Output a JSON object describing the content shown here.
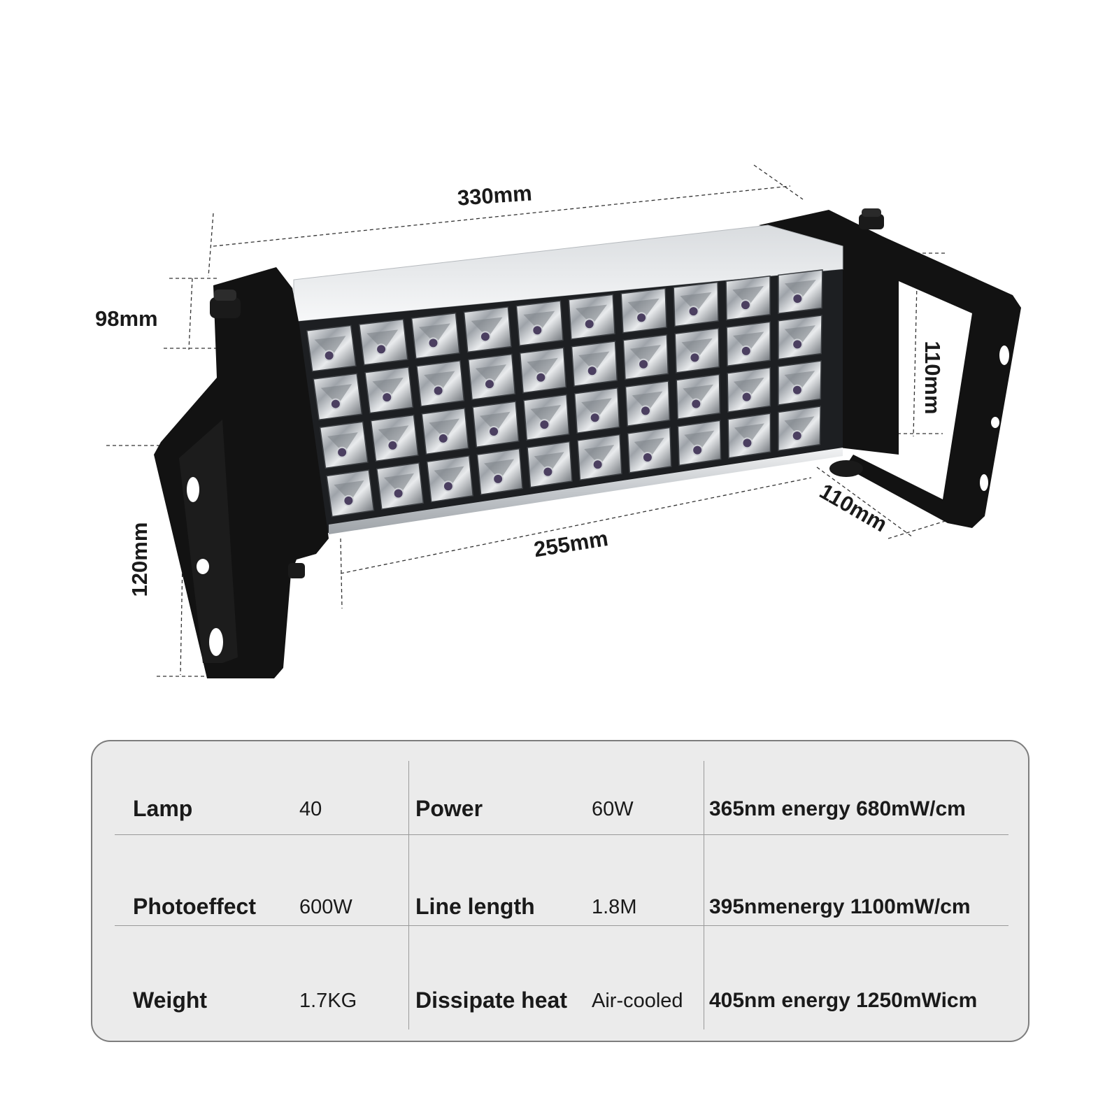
{
  "dimensions": {
    "length_total": "330mm",
    "length_light": "255mm",
    "height_body": "98mm",
    "bracket_height": "120mm",
    "depth_bottom": "110mm",
    "depth_side": "110mm"
  },
  "lamp": {
    "led_rows": 4,
    "led_columns": 10,
    "colors": {
      "bracket": "#111111",
      "housing": "#c9ccd0",
      "reflector": "#dcdfe3"
    }
  },
  "specs": {
    "rows": [
      {
        "label1": "Lamp",
        "value1": "40",
        "label2": "Power",
        "value2": "60W",
        "energy": "365nm energy 680mW/cm"
      },
      {
        "label1": "Photoeffect",
        "value1": "600W",
        "label2": "Line length",
        "value2": "1.8M",
        "energy": "395nmenergy 1100mW/cm"
      },
      {
        "label1": "Weight",
        "value1": "1.7KG",
        "label2": "Dissipate heat",
        "value2": "Air-cooled",
        "energy": "405nm energy 1250mWicm"
      }
    ]
  }
}
